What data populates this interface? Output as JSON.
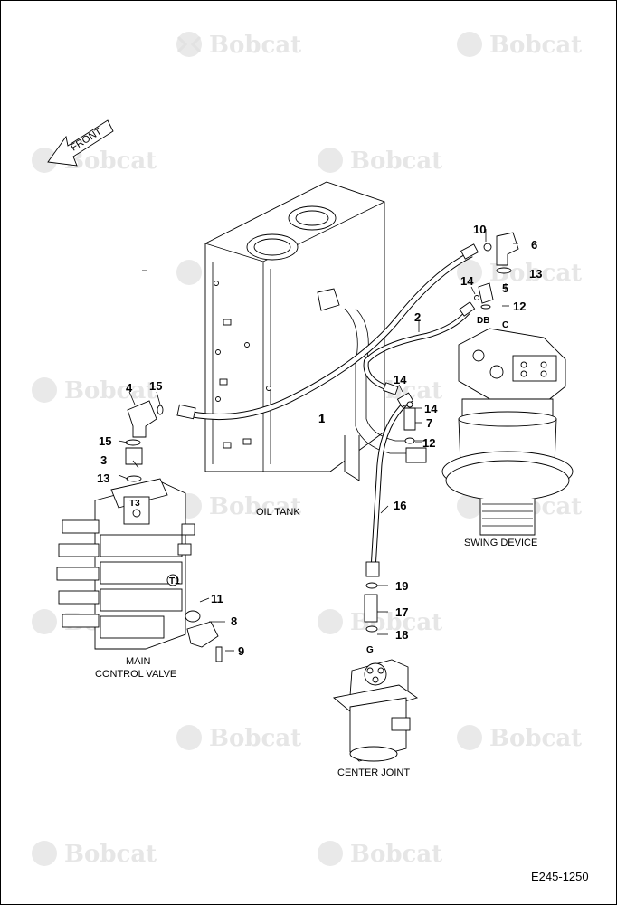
{
  "watermark": {
    "brand": "Bobcat"
  },
  "orientation": {
    "arrow_label": "FRONT"
  },
  "components": {
    "oil_tank": "OIL TANK",
    "swing_device": "SWING DEVICE",
    "main_control_valve_line1": "MAIN",
    "main_control_valve_line2": "CONTROL VALVE",
    "center_joint": "CENTER JOINT"
  },
  "ports": {
    "t3": "T3",
    "t1": "T1",
    "db": "DB",
    "c": "C",
    "g": "G"
  },
  "callouts": {
    "p1": "1",
    "p2": "2",
    "p3": "3",
    "p4": "4",
    "p5": "5",
    "p6": "6",
    "p7": "7",
    "p8": "8",
    "p9": "9",
    "p10": "10",
    "p11": "11",
    "p12a": "12",
    "p12b": "12",
    "p13a": "13",
    "p13b": "13",
    "p14a": "14",
    "p14b": "14",
    "p14c": "14",
    "p15a": "15",
    "p15b": "15",
    "p16": "16",
    "p17": "17",
    "p18": "18",
    "p19": "19"
  },
  "document_id": "E245-1250",
  "colors": {
    "line": "#000000",
    "watermark": "#e6e6e6"
  }
}
